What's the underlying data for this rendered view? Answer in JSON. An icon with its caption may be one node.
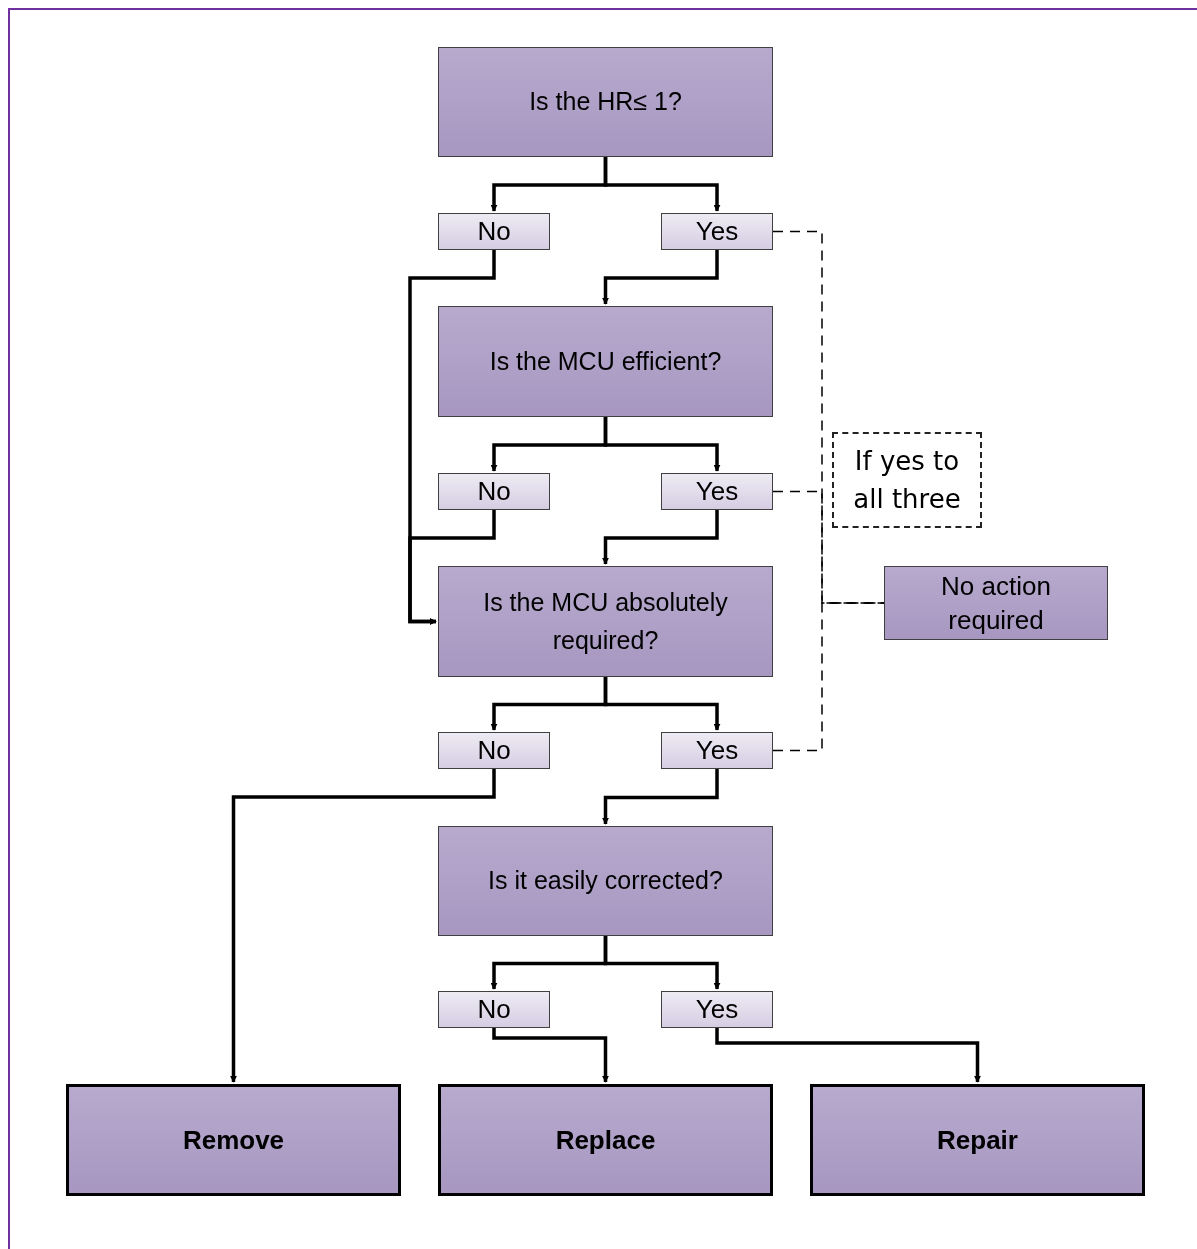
{
  "diagram": {
    "nodes": [
      {
        "text": [
          "Is the HR≤ 1?"
        ]
      },
      {
        "text": [
          "No"
        ]
      },
      {
        "text": [
          "Yes"
        ]
      },
      {
        "text": [
          "Is the MCU efficient?"
        ]
      },
      {
        "text": [
          "No"
        ]
      },
      {
        "text": [
          "Yes"
        ]
      },
      {
        "text": [
          "Is the MCU absolutely required?"
        ]
      },
      {
        "text": [
          "No"
        ]
      },
      {
        "text": [
          "Yes"
        ]
      },
      {
        "text": [
          "Is it easily corrected?"
        ]
      },
      {
        "text": [
          "No"
        ]
      },
      {
        "text": [
          "Yes"
        ]
      },
      {
        "text": [
          "If yes to all three"
        ]
      },
      {
        "text": [
          "No action required"
        ]
      },
      {
        "text": [
          "Remove"
        ]
      },
      {
        "text": [
          "Replace"
        ]
      },
      {
        "text": [
          "Repair"
        ]
      }
    ],
    "edges": [
      {
        "from": 0,
        "to": 1,
        "arrow": "to"
      },
      {
        "from": 0,
        "to": 2,
        "arrow": "to"
      },
      {
        "from": 2,
        "to": 3,
        "arrow": "to"
      },
      {
        "from": 1,
        "to": 6,
        "arrow": "to"
      },
      {
        "from": 3,
        "to": 4,
        "arrow": "to"
      },
      {
        "from": 3,
        "to": 5,
        "arrow": "to"
      },
      {
        "from": 5,
        "to": 6,
        "arrow": "to"
      },
      {
        "from": 4,
        "to": 6,
        "arrow": "to"
      },
      {
        "from": 6,
        "to": 7,
        "arrow": "to"
      },
      {
        "from": 6,
        "to": 8,
        "arrow": "to"
      },
      {
        "from": 8,
        "to": 9,
        "arrow": "to"
      },
      {
        "from": 7,
        "to": 14,
        "arrow": "to"
      },
      {
        "from": 9,
        "to": 10,
        "arrow": "to"
      },
      {
        "from": 9,
        "to": 11,
        "arrow": "to"
      },
      {
        "from": 10,
        "to": 15,
        "arrow": "to"
      },
      {
        "from": 11,
        "to": 16,
        "arrow": "to"
      },
      {
        "from": 2,
        "to": 13,
        "arrow": "none",
        "style": "dashed"
      },
      {
        "from": 5,
        "to": 13,
        "arrow": "none",
        "style": "dashed"
      },
      {
        "from": 8,
        "to": 13,
        "arrow": "none",
        "style": "dashed"
      }
    ]
  }
}
